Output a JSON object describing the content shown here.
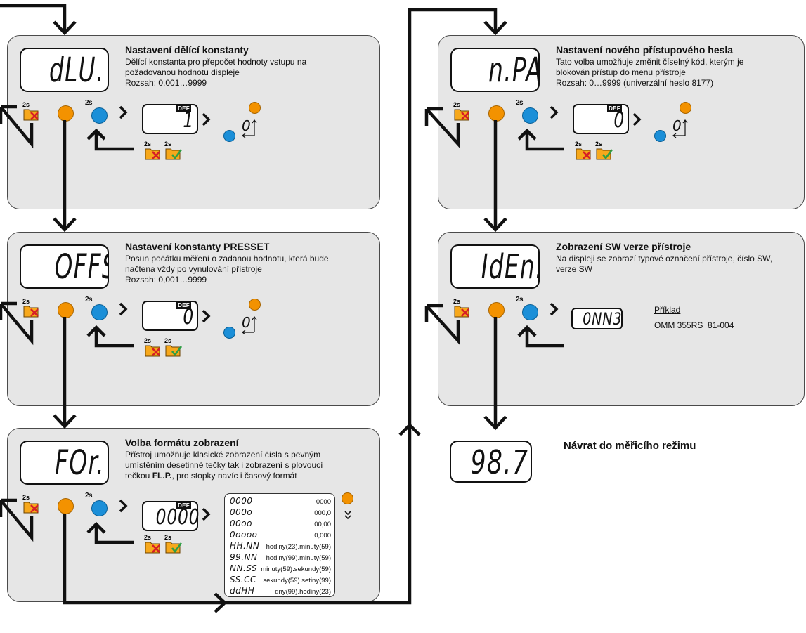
{
  "hold_label": "2s",
  "def_label": "DEF",
  "colors": {
    "panel": "#e6e6e6",
    "orange_button": "#f39200",
    "blue_button": "#1b8fd8",
    "cancel_mark": "#d61f26",
    "confirm_mark": "#2f9e44"
  },
  "panels": [
    {
      "display": "dLU.",
      "title": "Nastavení dělící konstanty",
      "lines": [
        "Dělící konstanta pro přepočet hodnoty vstupu na",
        "požadovanou hodnotu displeje",
        "Rozsah: 0,001…9999"
      ],
      "edit_value": "1",
      "digit_hint": "0"
    },
    {
      "display": "OFFS.",
      "title": "Nastavení konstanty PRESSET",
      "lines": [
        "Posun počátku měření o zadanou hodnotu, která bude",
        "načtena vždy po vynulování přístroje",
        "Rozsah: 0,001…9999"
      ],
      "edit_value": "0",
      "digit_hint": "0"
    },
    {
      "display": "FOr.",
      "title": "Volba formátu zobrazení",
      "lines": [
        "Přístroj umožňuje klasické zobrazení čísla s pevným",
        "umístěním desetinné tečky tak i zobrazení s plovoucí"
      ],
      "line3_parts": [
        "tečkou ",
        "FL.P.",
        ", pro stopky navíc i časový formát"
      ],
      "edit_value": "0000",
      "formats": [
        {
          "pattern": "0000",
          "label": "0000"
        },
        {
          "pattern": "000o",
          "label": "000,0"
        },
        {
          "pattern": "00oo",
          "label": "00,00"
        },
        {
          "pattern": "0oooo",
          "label": "0,000"
        },
        {
          "pattern": "HH.NN",
          "label": "hodiny(23).minuty(59)"
        },
        {
          "pattern": "99.NN",
          "label": "hodiny(99).minuty(59)"
        },
        {
          "pattern": "NN.SS",
          "label": "minuty(59).sekundy(59)"
        },
        {
          "pattern": "SS.CC",
          "label": "sekundy(59).setiny(99)"
        },
        {
          "pattern": "ddHH",
          "label": "dny(99).hodiny(23)"
        }
      ]
    },
    {
      "display": "n.PAS.",
      "title": "Nastavení nového přístupového hesla",
      "lines": [
        "Tato volba umožňuje změnit číselný kód, kterým je",
        "blokován přístup do menu přístroje",
        "Rozsah: 0…9999 (univerzální heslo 8177)"
      ],
      "edit_value": "0",
      "digit_hint": "0"
    },
    {
      "display": "IdEn.",
      "title": "Zobrazení SW verze přístroje",
      "lines": [
        "Na displeji se zobrazí typové označení přístroje, číslo SW,",
        "verze SW"
      ],
      "example_display": "0NN3",
      "example_label": "Příklad",
      "example_value": "OMM 355RS  81-004"
    }
  ],
  "return": {
    "display": "98.7",
    "label": "Návrat do měřicího režimu"
  }
}
